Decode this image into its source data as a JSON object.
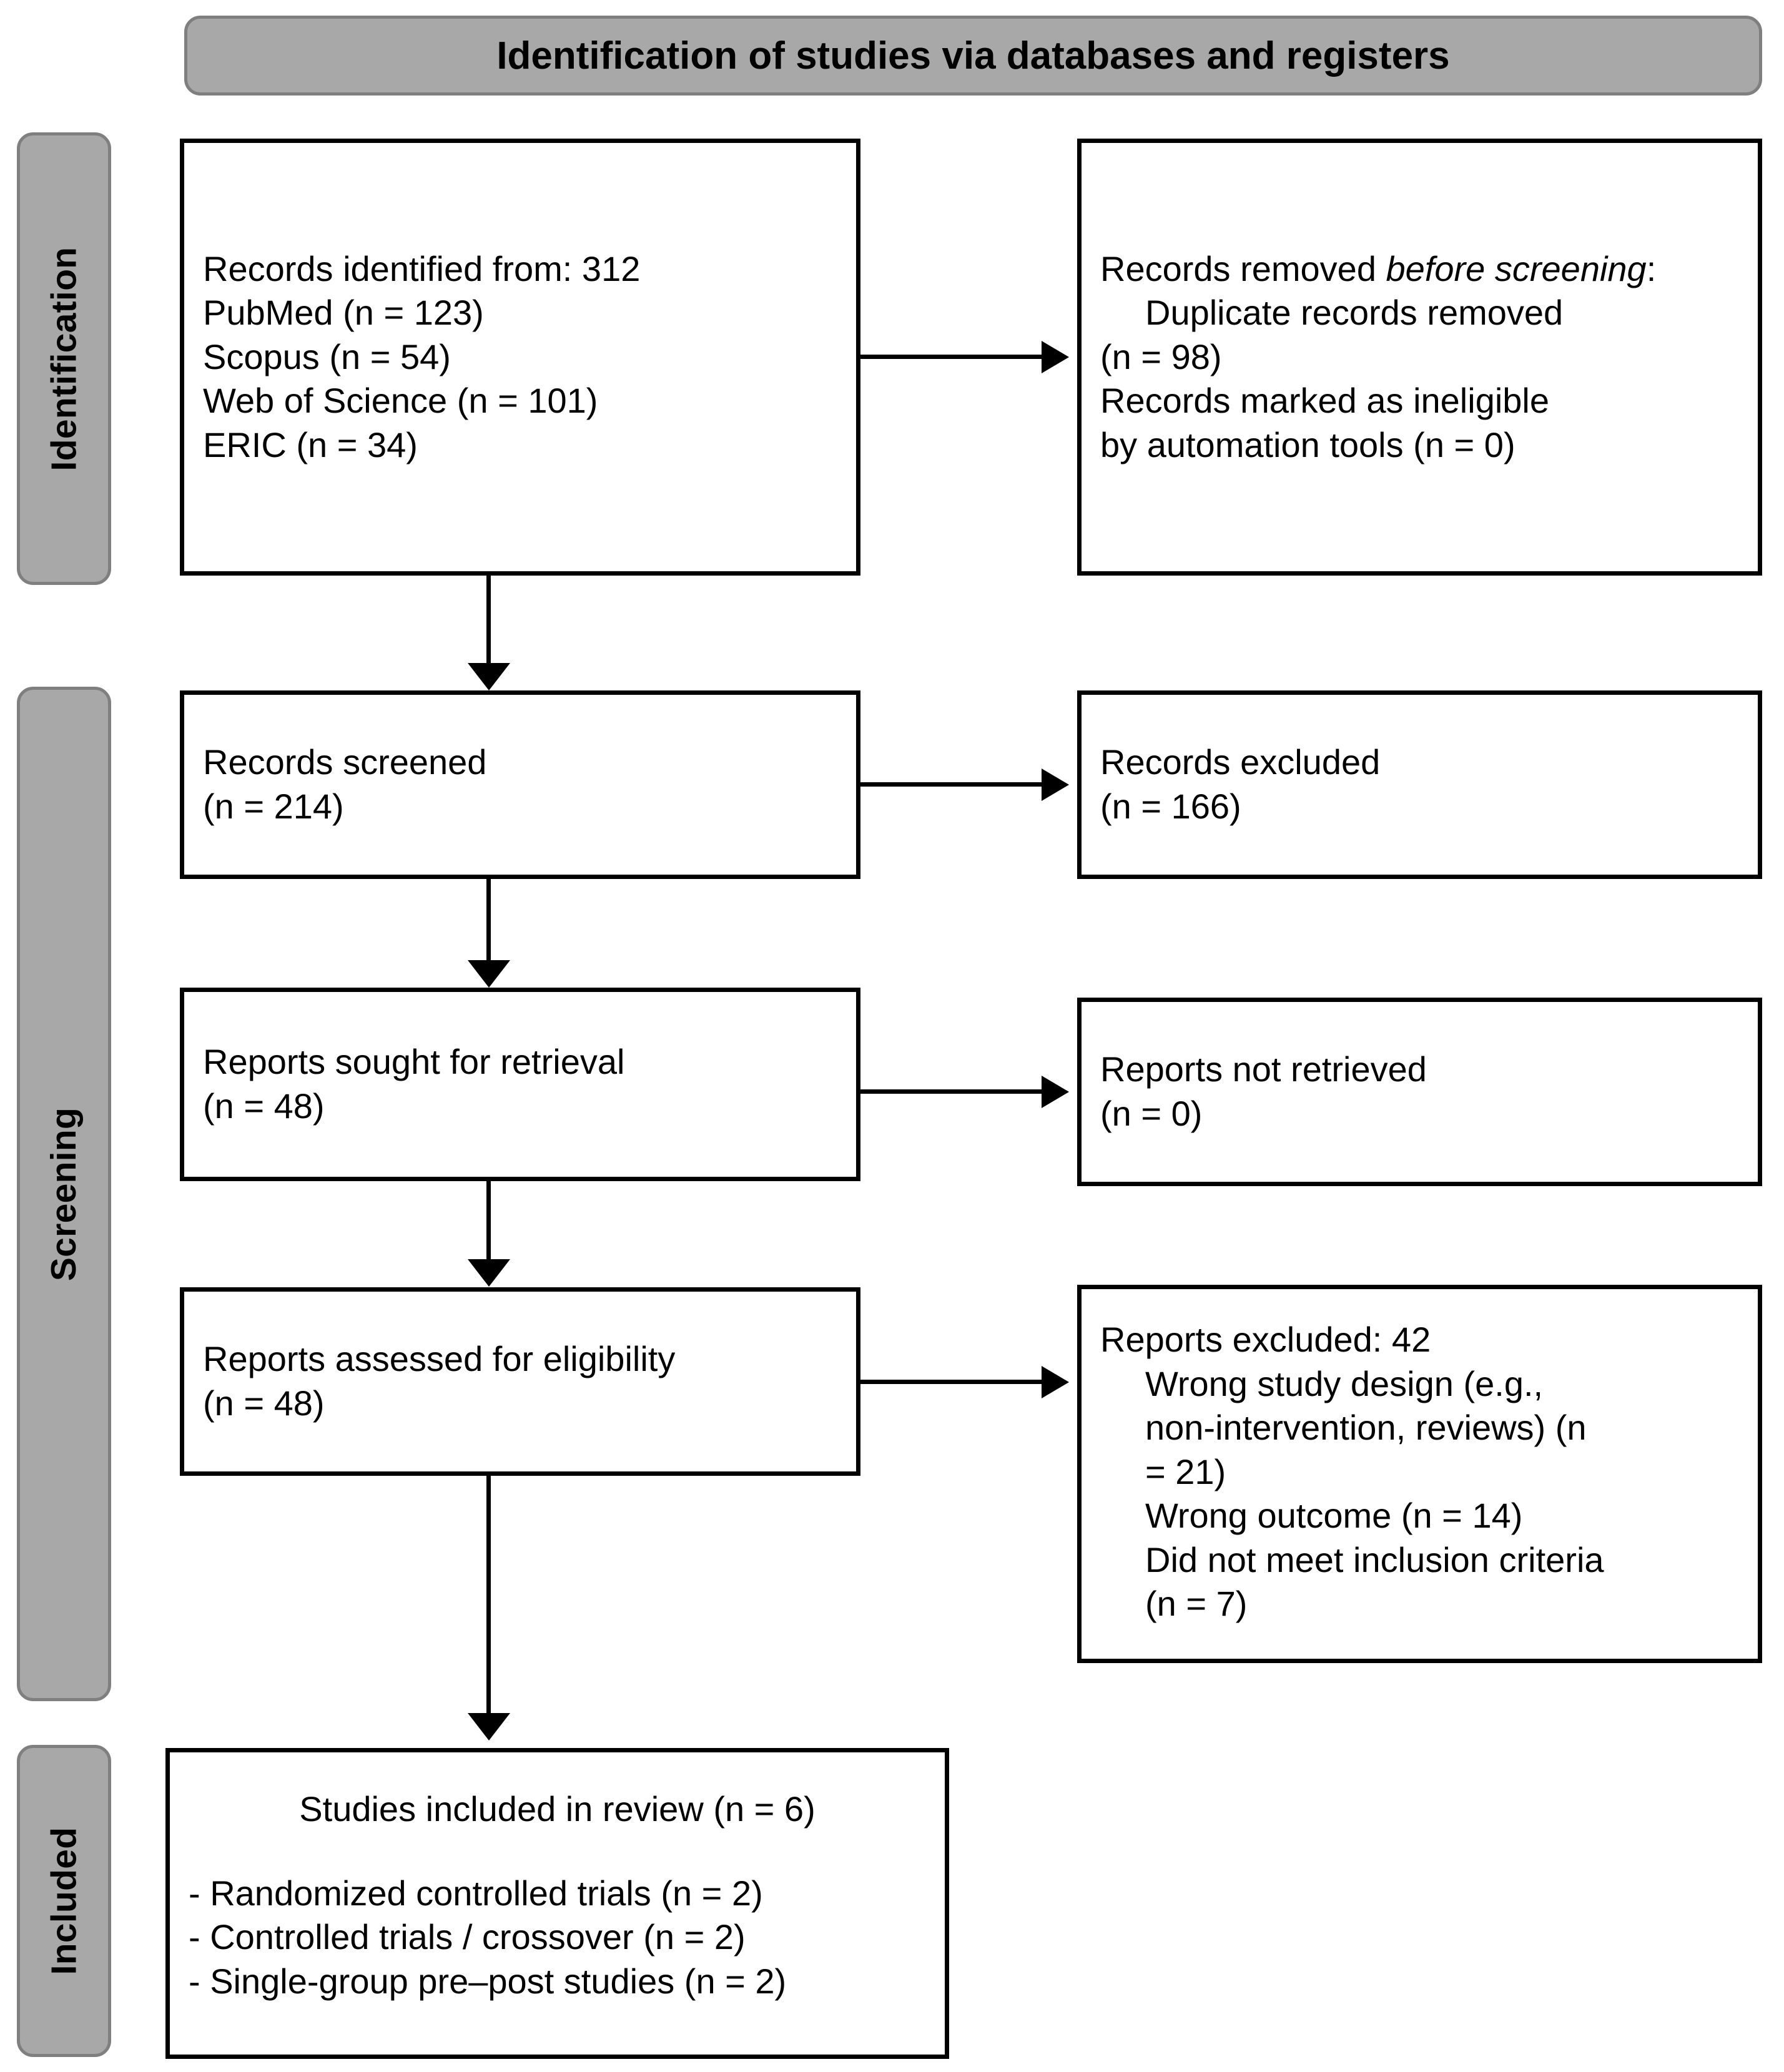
{
  "banner": {
    "title": "Identification of studies via databases and registers"
  },
  "phases": [
    {
      "name": "identification",
      "label": "Identification"
    },
    {
      "name": "screening",
      "label": "Screening"
    },
    {
      "name": "included",
      "label": "Included"
    }
  ],
  "boxes": {
    "records_identified": {
      "lines": [
        "Records identified from: 312",
        "PubMed (n = 123)",
        "Scopus (n = 54)",
        "Web of Science (n = 101)",
        "ERIC (n = 34)"
      ]
    },
    "records_removed": {
      "title_part1": "Records removed ",
      "title_italic1": "before",
      "title_italic2": "screening",
      "title_colon": ":",
      "items": [
        "Duplicate records removed",
        "(n = 98)",
        "Records marked as ineligible",
        "by automation tools (n = 0)"
      ]
    },
    "records_screened": {
      "lines": [
        "Records screened",
        "(n = 214)"
      ]
    },
    "records_excluded": {
      "lines": [
        "Records excluded",
        "(n = 166)"
      ]
    },
    "reports_sought": {
      "lines": [
        "Reports sought for retrieval",
        "(n = 48)"
      ]
    },
    "reports_not_retrieved": {
      "lines": [
        "Reports not retrieved",
        "(n = 0)"
      ]
    },
    "reports_assessed": {
      "lines": [
        "Reports assessed for eligibility",
        "(n = 48)"
      ]
    },
    "reports_excluded": {
      "heading": "Reports excluded: 42",
      "items": [
        "Wrong study design (e.g.,",
        "non-intervention, reviews) (n",
        "= 21)",
        "Wrong outcome (n = 14)",
        "Did not meet inclusion criteria",
        "(n = 7)"
      ]
    },
    "studies_included": {
      "heading": "Studies included in review (n = 6)",
      "bullets": [
        "- Randomized controlled trials (n = 2)",
        "- Controlled trials / crossover (n = 2)",
        "- Single-group pre–post studies (n = 2)"
      ]
    }
  },
  "colors": {
    "phase_fill": "#a8a8a8",
    "phase_border": "#7f7f7f",
    "box_border": "#000000",
    "box_fill": "#ffffff",
    "connector": "#000000"
  }
}
